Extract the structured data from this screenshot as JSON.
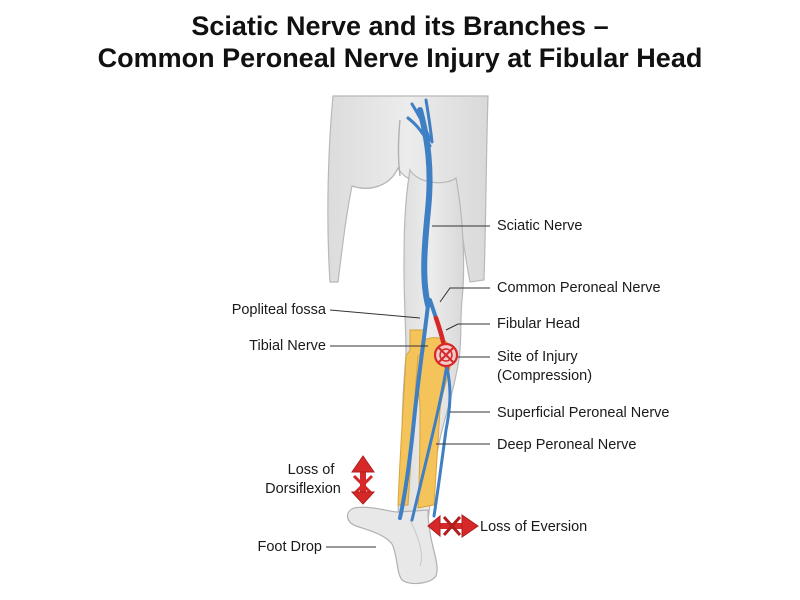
{
  "title": {
    "line1": "Sciatic Nerve and its Branches –",
    "line2": "Common Peroneal Nerve Injury at Fibular Head"
  },
  "labels": {
    "sciatic_nerve": "Sciatic Nerve",
    "common_peroneal_nerve": "Common Peroneal Nerve",
    "popliteal_fossa": "Popliteal fossa",
    "fibular_head": "Fibular Head",
    "tibial_nerve": "Tibial Nerve",
    "site_of_injury_line1": "Site of Injury",
    "site_of_injury_line2": "(Compression)",
    "superficial_peroneal_nerve": "Superficial Peroneal Nerve",
    "deep_peroneal_nerve": "Deep Peroneal Nerve",
    "loss_of_dorsiflexion_line1": "Loss of",
    "loss_of_dorsiflexion_line2": "Dorsiflexion",
    "foot_drop": "Foot Drop",
    "loss_of_eversion": "Loss of Eversion"
  },
  "colors": {
    "nerve": "#3f7fc4",
    "injury": "#d62828",
    "bone": "#f4c45a",
    "skin": "#e4e4e4",
    "outline": "#b0b0b0"
  }
}
